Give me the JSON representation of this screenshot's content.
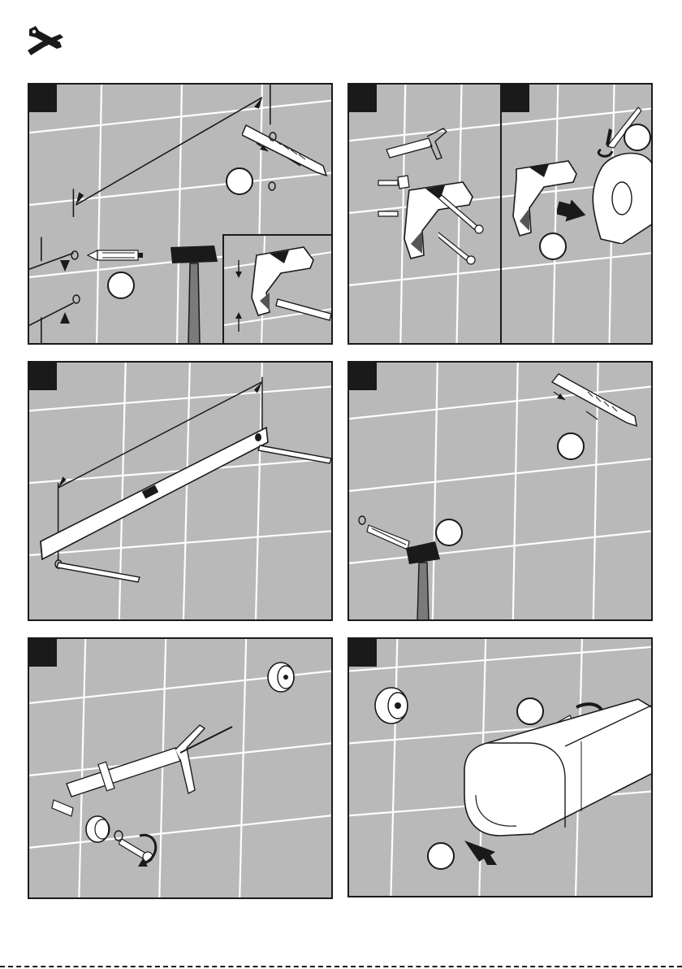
{
  "header": {
    "icon": "tools-icon"
  },
  "palette": {
    "wall": "#b9b9b9",
    "grout": "#ffffff",
    "ink": "#1a1a1a",
    "part": "#ffffff"
  },
  "panels": [
    {
      "id": "drill-holes",
      "icons": [
        "drill-bit-icon",
        "wall-plug-icon",
        "hammer-icon",
        "dimension-arrow-icon"
      ]
    },
    {
      "id": "mount-brackets",
      "icons": [
        "caulk-gun-icon",
        "bracket-icon",
        "screw-icon",
        "hex-key-icon",
        "push-arrow-icon"
      ]
    },
    {
      "id": "level-marking",
      "icons": [
        "spirit-level-icon",
        "pencil-icon"
      ]
    },
    {
      "id": "drill-plug",
      "icons": [
        "drill-bit-icon",
        "hammer-icon",
        "wall-plug-icon"
      ]
    },
    {
      "id": "mount-rosette",
      "icons": [
        "caulk-gun-icon",
        "rosette-icon",
        "screw-icon",
        "rotate-icon"
      ]
    },
    {
      "id": "attach-rail",
      "icons": [
        "rosette-icon",
        "grab-rail-icon",
        "set-screw-icon",
        "push-arrow-icon"
      ]
    }
  ]
}
